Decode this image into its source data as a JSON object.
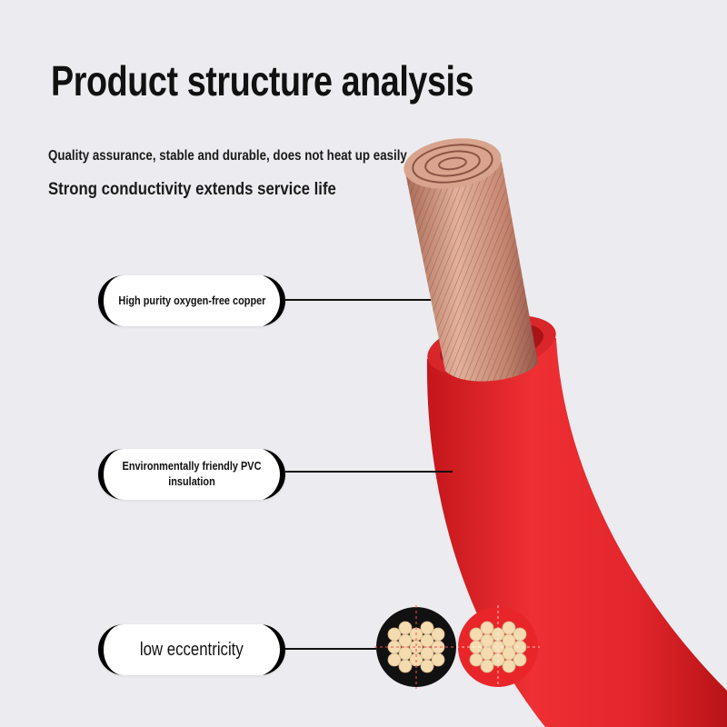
{
  "title": "Product structure analysis",
  "subtitle_1": "Quality assurance, stable and durable, does not heat up easily",
  "subtitle_2": "Strong conductivity extends service life",
  "callouts": [
    {
      "label": "High purity oxygen-free copper"
    },
    {
      "label": "Environmentally friendly PVC insulation"
    },
    {
      "label": "low eccentricity"
    }
  ],
  "colors": {
    "background": "#ececf0",
    "insulation": "#e8262a",
    "copper": "#c98a72",
    "cross_section_dark": "#111111",
    "strand": "#f4dcb0"
  }
}
